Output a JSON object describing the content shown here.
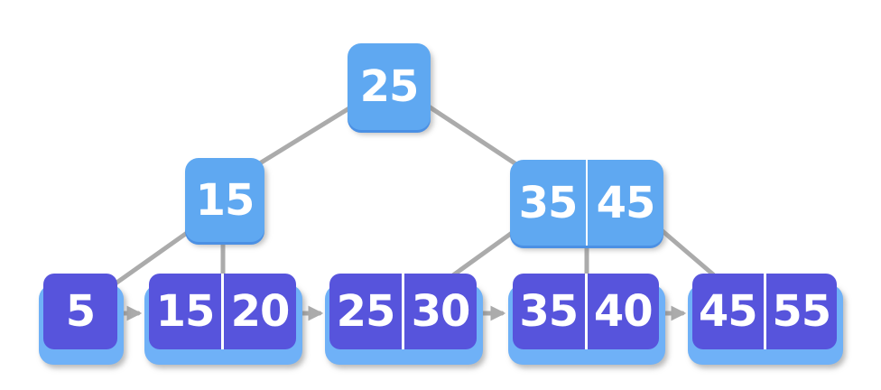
{
  "diagram": {
    "type": "b_plus_tree",
    "root": {
      "keys": [
        "25"
      ]
    },
    "internal": {
      "left": {
        "keys": [
          "15"
        ]
      },
      "right": {
        "keys": [
          "35",
          "45"
        ]
      }
    },
    "leaves": {
      "l1": {
        "keys": [
          "5"
        ]
      },
      "l2": {
        "keys": [
          "15",
          "20"
        ]
      },
      "l3": {
        "keys": [
          "25",
          "30"
        ]
      },
      "l4": {
        "keys": [
          "35",
          "40"
        ]
      },
      "l5": {
        "keys": [
          "45",
          "55"
        ]
      }
    }
  },
  "colors": {
    "internal_node_fill": "#5FA8F1",
    "leaf_node_fill": "#5754DC",
    "leaf_base_fill": "#6FB1F7",
    "edge_stroke": "#ABABAB",
    "key_text": "#FFFFFF"
  }
}
